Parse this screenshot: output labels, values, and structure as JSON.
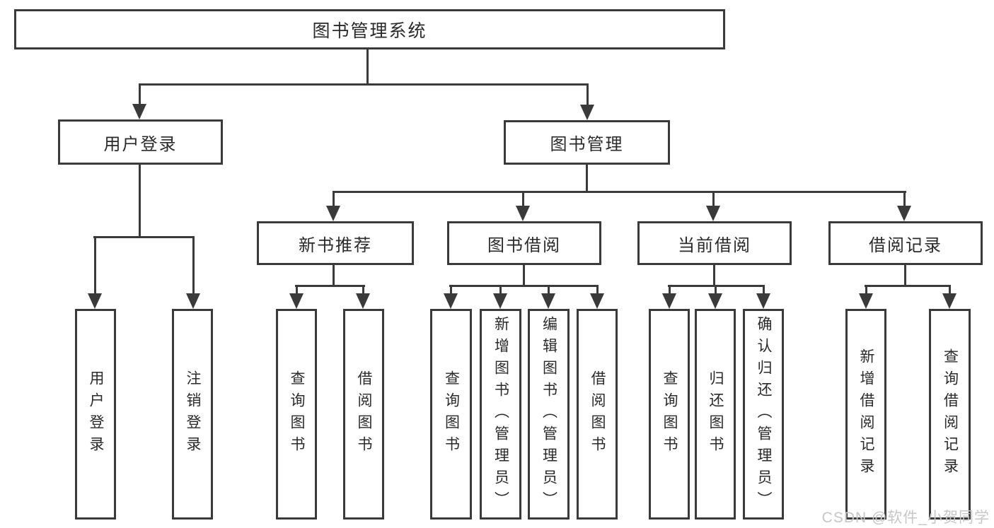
{
  "title_node": "图书管理系统",
  "level2": {
    "user_login": "用户登录",
    "book_management": "图书管理"
  },
  "level3": {
    "new_book_recommend": "新书推荐",
    "book_borrow": "图书借阅",
    "current_borrow": "当前借阅",
    "borrow_records": "借阅记录"
  },
  "leaves": {
    "user_login": "用户登录",
    "logout": "注销登录",
    "nbr_query_books": "查询图书",
    "nbr_borrow_books": "借阅图书",
    "bb_query_books": "查询图书",
    "bb_add_books_admin": "新增图书（管理员）",
    "bb_edit_books_admin": "编辑图书（管理员）",
    "bb_borrow_books": "借阅图书",
    "cb_query_books": "查询图书",
    "cb_return_books": "归还图书",
    "cb_confirm_return_admin": "确认归还（管理员）",
    "br_add_record": "新增借阅记录",
    "br_query_record": "查询借阅记录"
  },
  "watermark": "CSDN @软件_小贺同学",
  "colors": {
    "line": "#3a3a3a",
    "text": "#2a2a2a",
    "watermark": "#c6c6c6",
    "background": "#ffffff"
  }
}
